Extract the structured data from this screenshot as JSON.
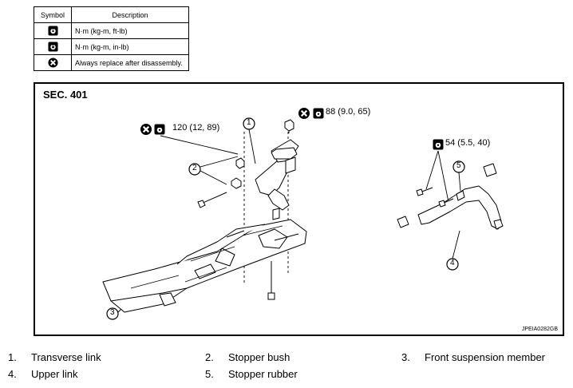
{
  "legend": {
    "header_symbol": "Symbol",
    "header_description": "Description",
    "rows": [
      {
        "icon": "torque-wrench-icon",
        "description": "N·m (kg-m, ft-lb)"
      },
      {
        "icon": "torque-wrench-small-icon",
        "description": "N·m (kg-m, in-lb)"
      },
      {
        "icon": "replace-part-icon",
        "description": "Always replace after disassembly."
      }
    ]
  },
  "diagram": {
    "section_label": "SEC. 401",
    "figure_code": "JPEIA0282GB",
    "torques": {
      "stopper_nut": "120 (12, 89)",
      "top_nut": "88 (9.0, 65)",
      "upper_link_bolts": "54 (5.5, 40)"
    },
    "callouts": [
      "1",
      "2",
      "3",
      "4",
      "5"
    ]
  },
  "parts": [
    {
      "num": "1.",
      "label": "Transverse link"
    },
    {
      "num": "2.",
      "label": "Stopper bush"
    },
    {
      "num": "3.",
      "label": "Front suspension member"
    },
    {
      "num": "4.",
      "label": "Upper link"
    },
    {
      "num": "5.",
      "label": "Stopper rubber"
    }
  ],
  "colors": {
    "line": "#000000",
    "background": "#ffffff"
  }
}
